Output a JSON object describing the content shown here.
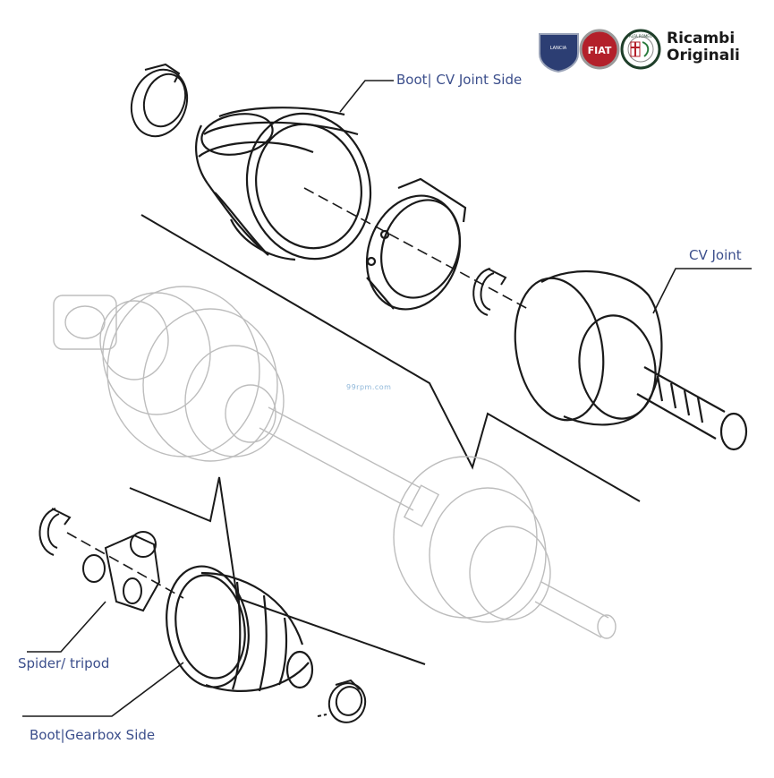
{
  "labels": {
    "boot_cv_joint_side": "Boot|  CV Joint Side",
    "cv_joint": "CV Joint",
    "spider_tripod": "Spider/ tripod",
    "boot_gearbox_side": "Boot|Gearbox Side"
  },
  "brand": {
    "line1": "Ricambi",
    "line2": "Originali",
    "logo1": "LANCIA",
    "logo2": "FIAT",
    "logo3": "ALFA ROMEO",
    "colors": {
      "lancia": "#2c3e73",
      "fiat": "#b3202a",
      "alfa": "#1f3f2a",
      "text": "#1a1a1a"
    }
  },
  "watermark": "99rpm.com",
  "colors": {
    "label": "#3c4f8c",
    "line": "#1a1a1a",
    "ghost": "#b8b8b8"
  }
}
